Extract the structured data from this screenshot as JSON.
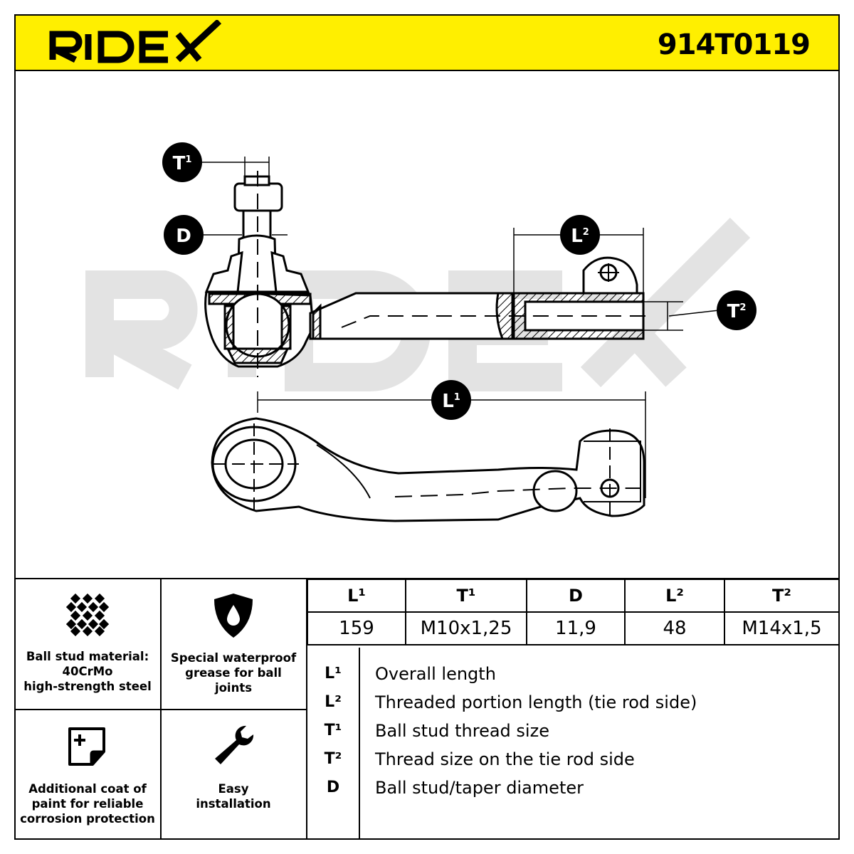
{
  "brand": {
    "logo_text": "RIDEX",
    "part_number": "914T0119",
    "watermark_text": "RIDEX",
    "header_color": "#ffef00"
  },
  "diagram_labels": {
    "t1": "T",
    "t1_sup": "1",
    "d": "D",
    "l2": "L",
    "l2_sup": "2",
    "t2": "T",
    "t2_sup": "2",
    "l1": "L",
    "l1_sup": "1"
  },
  "features": [
    {
      "icon": "steel-material-icon",
      "text_lines": [
        "Ball stud material:",
        "40CrMo",
        "high-strength steel"
      ]
    },
    {
      "icon": "grease-drop-icon",
      "text_lines": [
        "Special waterproof",
        "grease for ball",
        "joints"
      ]
    },
    {
      "icon": "paint-coat-icon",
      "text_lines": [
        "Additional coat of",
        "paint for reliable",
        "corrosion protection"
      ]
    },
    {
      "icon": "wrench-icon",
      "text_lines": [
        "Easy",
        "installation"
      ]
    }
  ],
  "spec_table": {
    "headers": [
      "L¹",
      "T¹",
      "D",
      "L²",
      "T²"
    ],
    "values": [
      "159",
      "M10x1,25",
      "11,9",
      "48",
      "M14x1,5"
    ]
  },
  "legend": [
    {
      "key": "L¹",
      "description": "Overall length"
    },
    {
      "key": "L²",
      "description": "Threaded portion length (tie rod side)"
    },
    {
      "key": "T¹",
      "description": "Ball stud thread size"
    },
    {
      "key": "T²",
      "description": "Thread size on the tie rod side"
    },
    {
      "key": "D",
      "description": "Ball stud/taper diameter"
    }
  ]
}
